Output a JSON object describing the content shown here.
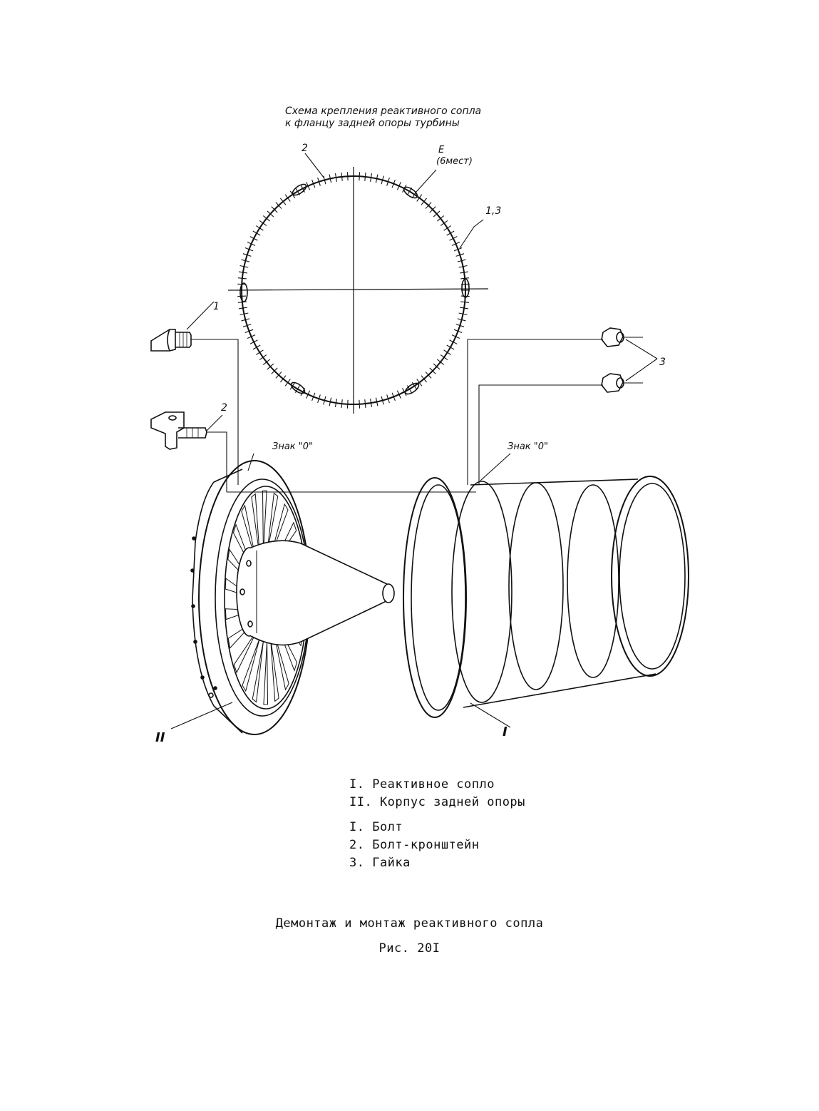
{
  "scheme_title": {
    "line1": "Схема крепления реактивного сопла",
    "line2": "к фланцу задней опоры турбины"
  },
  "callouts": {
    "c2_top": "2",
    "cE": "E",
    "cE_places": "(6мест)",
    "c13": "1,3",
    "c1": "1",
    "c2_left": "2",
    "c3": "3",
    "mark_left": "Знак \"0\"",
    "mark_right": "Знак \"0\"",
    "roman2": "II",
    "roman1": "I"
  },
  "legend": [
    "I. Реактивное сопло",
    "II. Корпус задней опоры",
    "I. Болт",
    "2. Болт-кронштейн",
    "3. Гайка"
  ],
  "caption": {
    "title": "Демонтаж и монтаж реактивного сопла",
    "figure": "Рис. 20I"
  }
}
